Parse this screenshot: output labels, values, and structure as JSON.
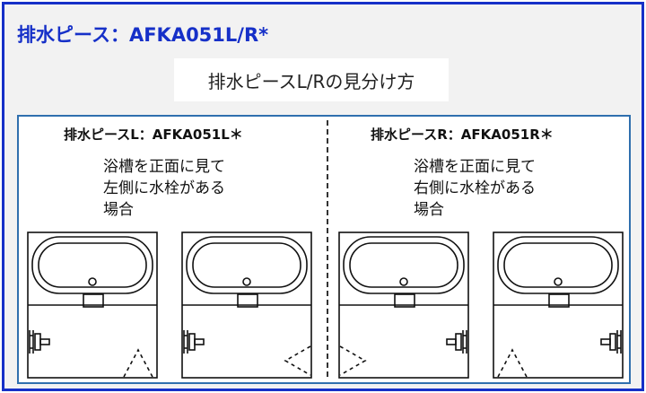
{
  "header": {
    "title": "排水ピース：AFKA051L/R*"
  },
  "subtitle": "排水ピースL/Rの見分け方",
  "sections": [
    {
      "label": "排水ピースL：AFKA051L＊",
      "desc_lines": [
        "浴槽を正面に見て",
        "左側に水栓がある",
        "場合"
      ]
    },
    {
      "label": "排水ピースR：AFKA051R＊",
      "desc_lines": [
        "浴槽を正面に見て",
        "右側に水栓がある",
        "場合"
      ]
    }
  ],
  "colors": {
    "accent": "#1630c8",
    "panel_border": "#2f6fae"
  }
}
